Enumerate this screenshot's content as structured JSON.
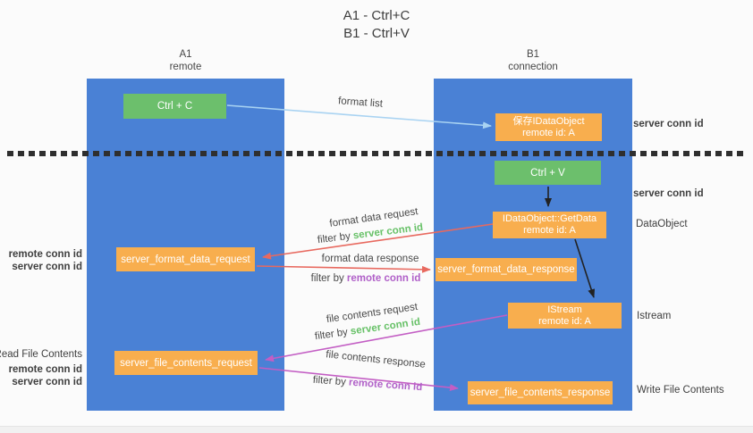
{
  "title": {
    "line1": "A1 - Ctrl+C",
    "line2": "B1 - Ctrl+V"
  },
  "columns": {
    "left": {
      "name": "A1",
      "role": "remote"
    },
    "right": {
      "name": "B1",
      "role": "connection"
    }
  },
  "boxes": {
    "ctrl_c": {
      "label": "Ctrl + C"
    },
    "save_idataobject": {
      "line1": "保存IDataObject",
      "line2": "remote id: A"
    },
    "ctrl_v": {
      "label": "Ctrl + V"
    },
    "getdata": {
      "line1": "IDataObject::GetData",
      "line2": "remote id: A"
    },
    "format_request": {
      "label": "server_format_data_request"
    },
    "format_response": {
      "label": "server_format_data_response"
    },
    "istream": {
      "line1": "IStream",
      "line2": "remote id: A"
    },
    "file_request": {
      "label": "server_file_contents_request"
    },
    "file_response": {
      "label": "server_file_contents_response"
    }
  },
  "arrows": {
    "format_list": {
      "label": "format list"
    },
    "format_data_request": {
      "label": "format data request",
      "filter_prefix": "filter by ",
      "filter_value": "server conn id"
    },
    "format_data_response": {
      "label": "format data response",
      "filter_prefix": "filter by ",
      "filter_value": "remote conn id"
    },
    "file_contents_request": {
      "label": "file contents request",
      "filter_prefix": "filter by ",
      "filter_value": "server conn id"
    },
    "file_contents_response": {
      "label": "file contents response",
      "filter_prefix": "filter by ",
      "filter_value": "remote conn id"
    }
  },
  "side_labels": {
    "right_server_conn_id_top": "server conn id",
    "right_server_conn_id_mid": "server conn id",
    "right_dataobject": "DataObject",
    "right_istream": "Istream",
    "right_write_file_contents": "Write File Contents",
    "left_remote_conn_id_top": "remote conn id",
    "left_server_conn_id_top": "server conn id",
    "left_read_file_contents": "Read File Contents",
    "left_remote_conn_id_bottom": "remote conn id",
    "left_server_conn_id_bottom": "server conn id"
  },
  "colors": {
    "column_blue": "#4a81d5",
    "box_green": "#6cbf6c",
    "box_orange": "#f8ae4e",
    "label_green": "#67c167",
    "label_purple": "#b060c8",
    "arrow_red": "#e8695f",
    "arrow_magenta": "#c35ec4",
    "arrow_light_blue": "#a9d3f2",
    "arrow_black": "#222222",
    "text_dark": "#3d3d3d"
  }
}
